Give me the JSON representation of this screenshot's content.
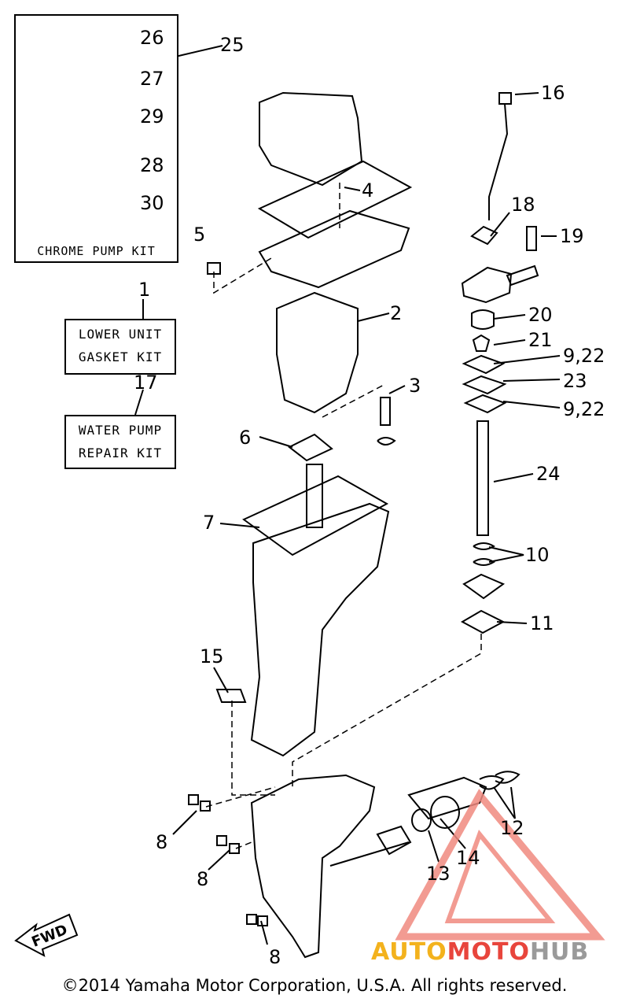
{
  "kits": {
    "chrome_pump": "CHROME PUMP KIT",
    "lower_unit_line1": "LOWER UNIT",
    "lower_unit_line2": "GASKET KIT",
    "water_pump_line1": "WATER PUMP",
    "water_pump_line2": "REPAIR KIT"
  },
  "callouts": {
    "n1": "1",
    "n2": "2",
    "n3": "3",
    "n4": "4",
    "n5": "5",
    "n6": "6",
    "n7": "7",
    "n8a": "8",
    "n8b": "8",
    "n8c": "8",
    "n9_22a": "9,22",
    "n9_22b": "9,22",
    "n10": "10",
    "n11": "11",
    "n12": "12",
    "n13": "13",
    "n14": "14",
    "n15": "15",
    "n16": "16",
    "n17": "17",
    "n18": "18",
    "n19": "19",
    "n20": "20",
    "n21": "21",
    "n23": "23",
    "n24": "24",
    "n25": "25",
    "n26": "26",
    "n27": "27",
    "n28": "28",
    "n29": "29",
    "n30": "30"
  },
  "fwd_label": "FWD",
  "watermark": {
    "part1": "AUTO",
    "part2": "MOTO",
    "part3": "HUB",
    "colors": {
      "auto": "#f3b21d",
      "moto": "#e8453c",
      "hub": "#9a9a9a"
    }
  },
  "copyright": "©2014 Yamaha Motor Corporation, U.S.A. All rights reserved."
}
